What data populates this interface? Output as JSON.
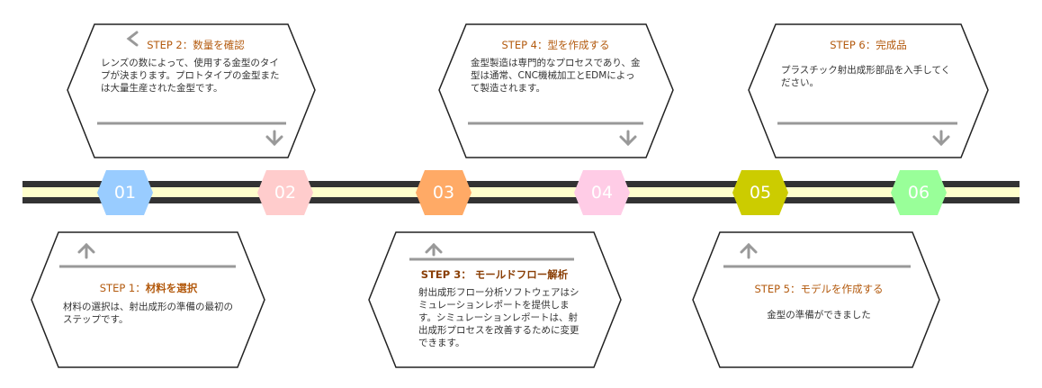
{
  "steps": [
    {
      "num": "01",
      "title": "STEP 1：材料を選択",
      "title_prefix": "STEP 1：",
      "title_bold": "材料を選択",
      "body": "材料の選択は、射出成形の準備の最初のステップです。",
      "color": "#99ccff"
    },
    {
      "num": "02",
      "title": "STEP 2：数量を確認",
      "body": "レンズの数によって、使用する金型のタイプが決まります。プロトタイプの金型または大量生産された金型です。",
      "color": "#ffcccc"
    },
    {
      "num": "03",
      "title": "STEP 3： モールドフロー解析",
      "body": "射出成形フロー分析ソフトウェアはシミュレーションレポートを提供します。シミュレーションレポートは、射出成形プロセスを改善するために変更できます。",
      "color": "#ffaa66"
    },
    {
      "num": "04",
      "title": "STEP 4：型を作成する",
      "body": "金型製造は専門的なプロセスであり、金型は通常、CNC機械加工とEDMによって製造されます。",
      "color": "#ffcce6"
    },
    {
      "num": "05",
      "title": "STEP 5：モデルを作成する",
      "body": "金型の準備ができました",
      "color": "#cccc00"
    },
    {
      "num": "06",
      "title": "STEP 6：完成品",
      "body": "プラスチック射出成形部品を入手してください。",
      "color": "#99ff99"
    }
  ],
  "colors": {
    "timeline_dark": "#333333",
    "timeline_light": "#ffffcc",
    "arrow": "#999999",
    "hex_outline": "#222222"
  }
}
